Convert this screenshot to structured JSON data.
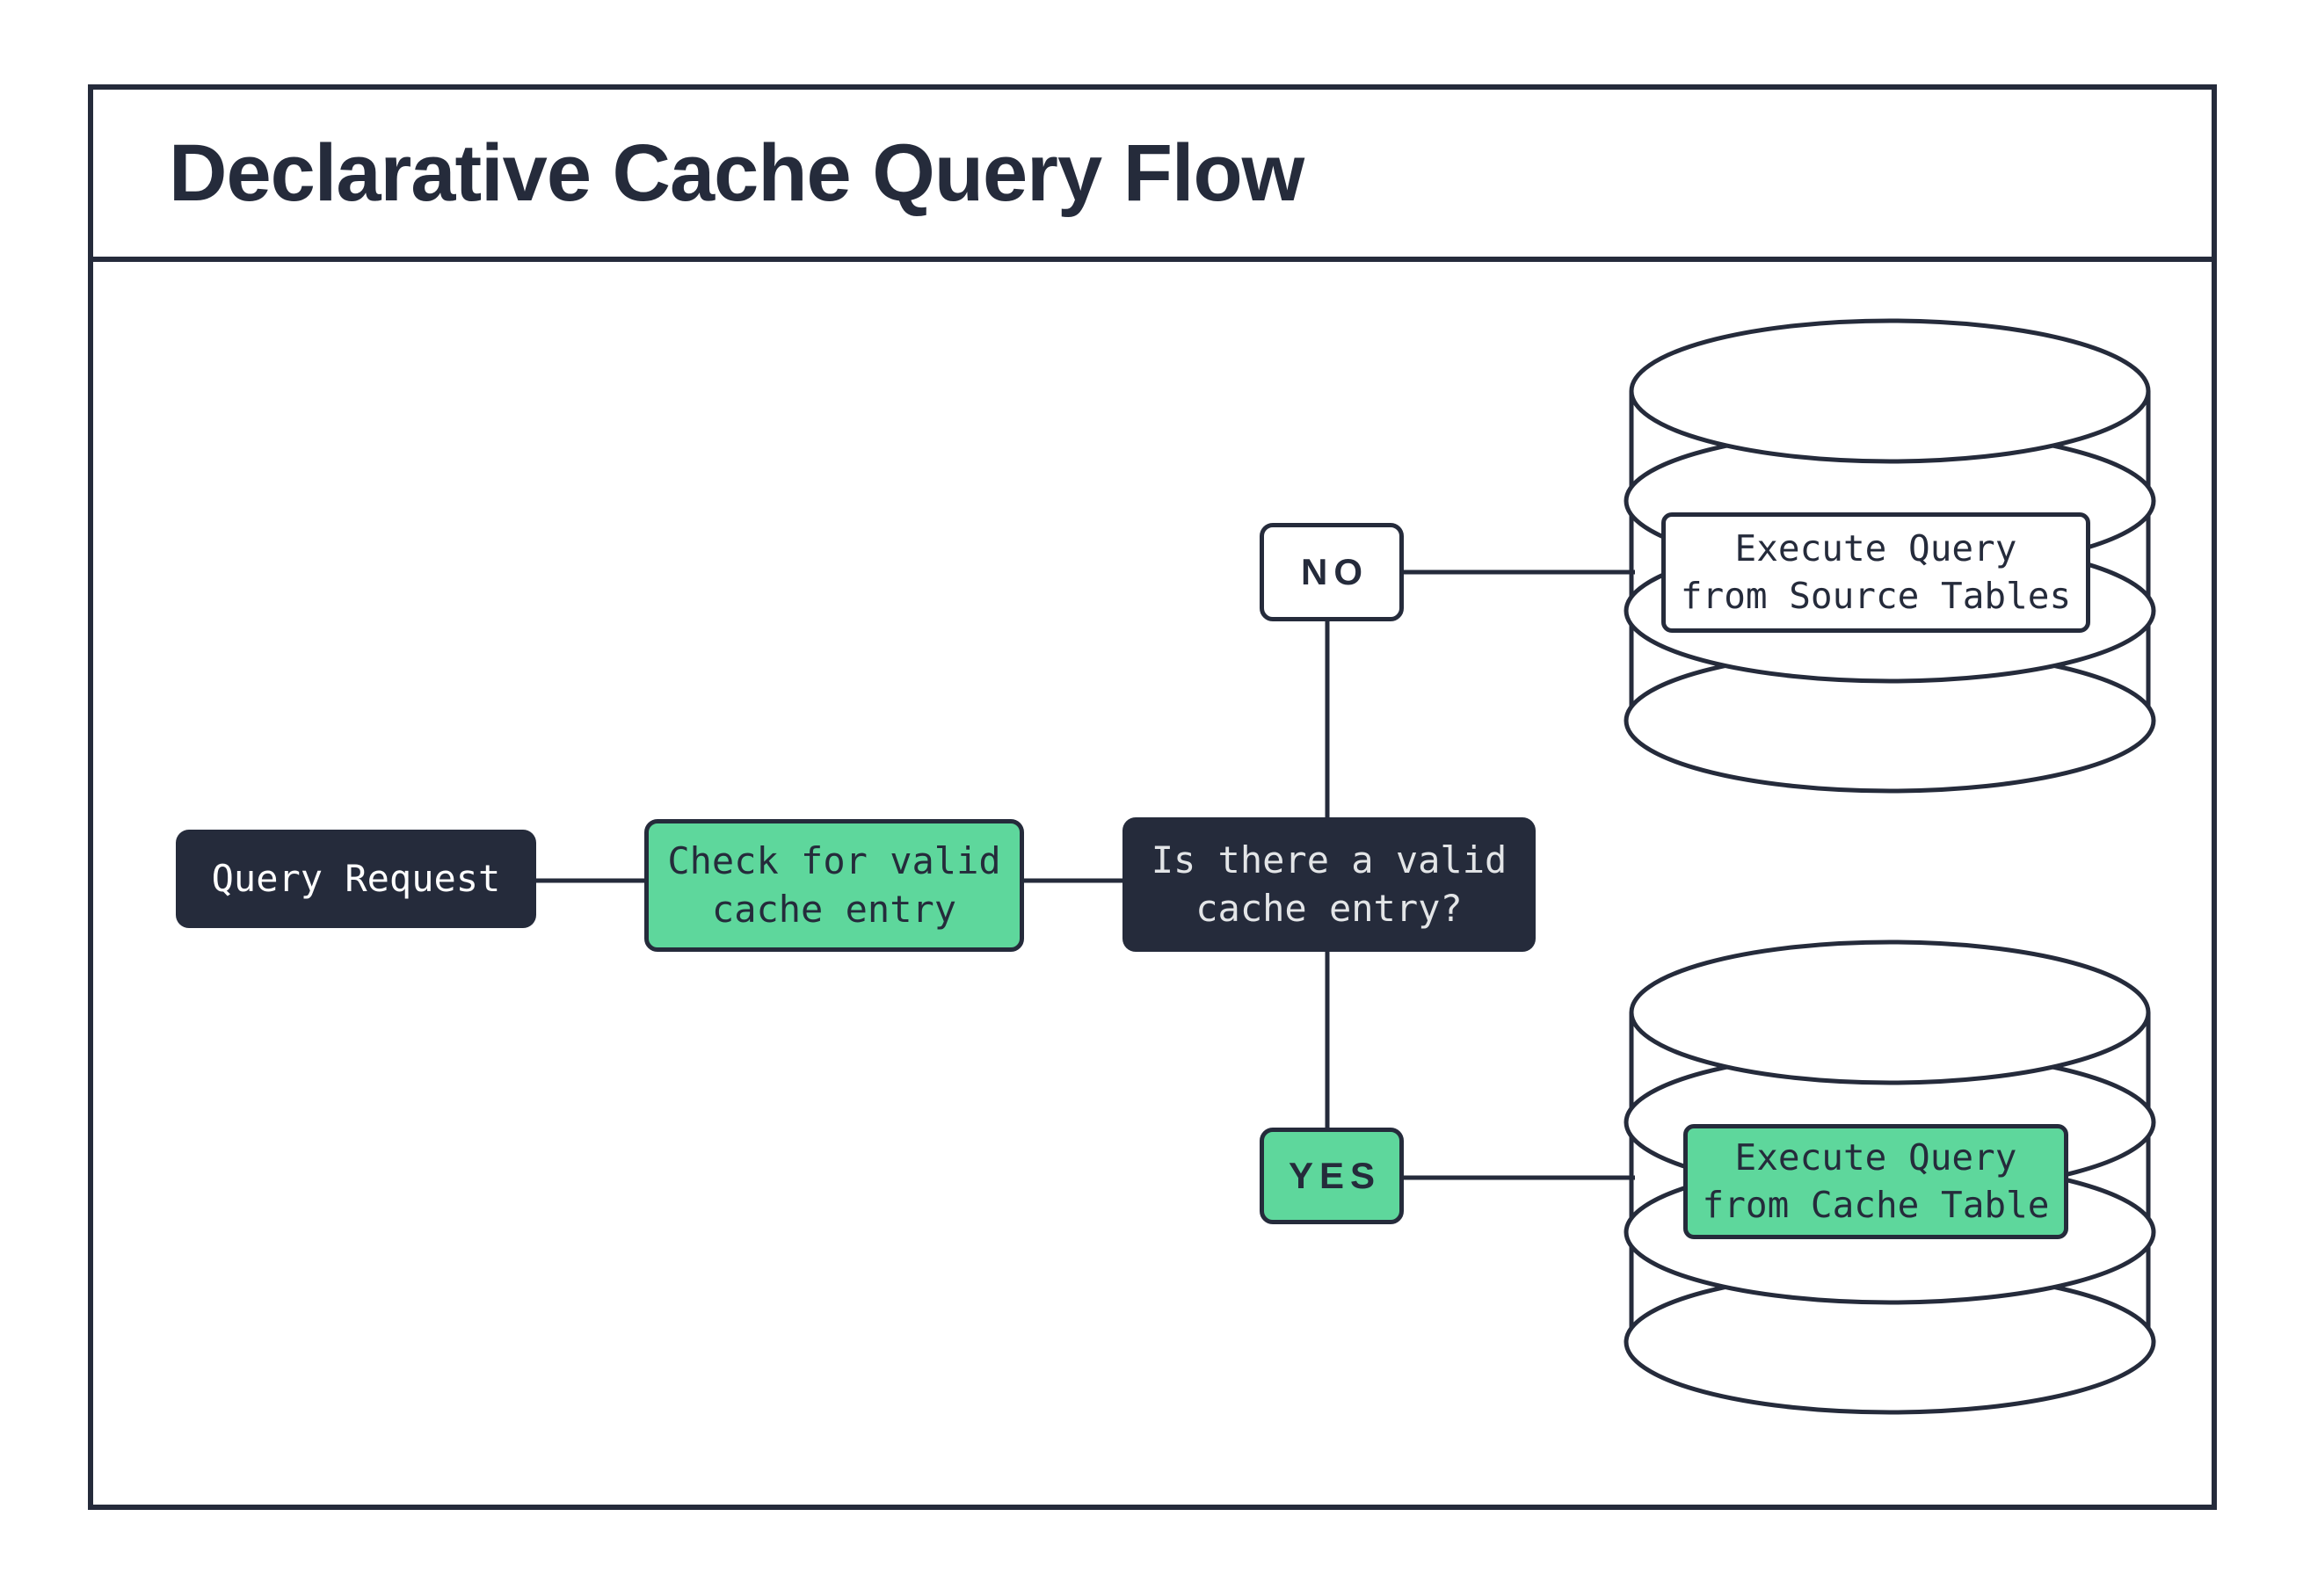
{
  "header": {
    "title": "Declarative Cache Query Flow"
  },
  "nodes": {
    "query_request": "Query Request",
    "check_cache": "Check for valid\ncache entry",
    "decision": "Is there a valid\ncache entry?",
    "no_label": "NO",
    "yes_label": "YES",
    "source_db": "Execute Query\nfrom Source Tables",
    "cache_db": "Execute Query\nfrom Cache Table"
  },
  "colors": {
    "ink": "#252b3b",
    "green": "#5ed79c",
    "paper": "#ffffff",
    "decision_text": "#e3e5e7"
  }
}
